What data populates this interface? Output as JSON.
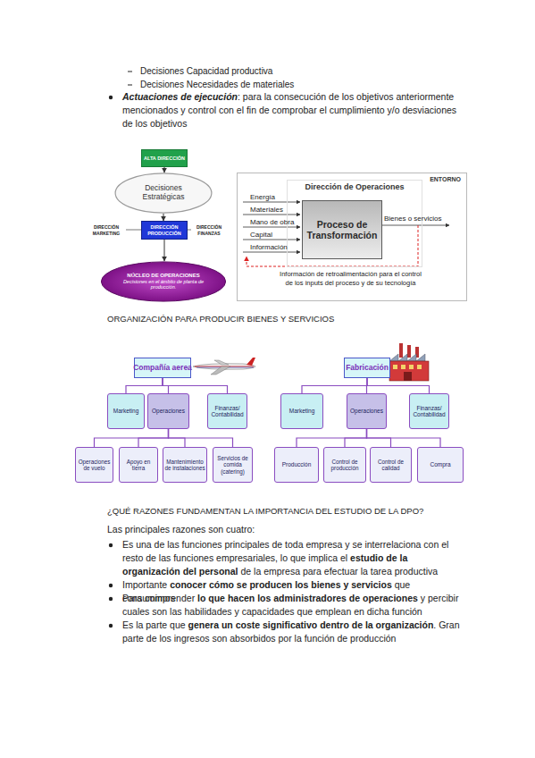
{
  "diagram": {
    "nodes": [
      {
        "text": [
          "ALTA DIRECCIÓN"
        ]
      },
      {
        "text": [
          "Decisiones Estratégicas"
        ]
      },
      {
        "text": [
          "DIRECCIÓN PRODUCCIÓN"
        ]
      },
      {
        "text": [
          "NÚCLEO DE OPERACIONES",
          "Decisiones en el ámbito de planta de producción."
        ]
      },
      {
        "text": [
          "ENTORNO"
        ]
      },
      {
        "text": [
          "Dirección de Operaciones"
        ],
        "in": 4
      },
      {
        "text": [
          "Proceso de Transformación"
        ],
        "in": 5
      },
      {
        "text": [
          "Compañía aerea"
        ]
      },
      {
        "text": [
          "Marketing"
        ]
      },
      {
        "text": [
          "Operaciones"
        ]
      },
      {
        "text": [
          "Finanzas/ Contabilidad"
        ]
      },
      {
        "text": [
          "Operaciones de vuelo"
        ]
      },
      {
        "text": [
          "Apoyo en tierra"
        ]
      },
      {
        "text": [
          "Mantenimiento de instalaciones"
        ]
      },
      {
        "text": [
          "Servicios de comida (catering)"
        ]
      },
      {
        "text": [
          "Fabricación"
        ]
      },
      {
        "text": [
          "Marketing"
        ]
      },
      {
        "text": [
          "Operaciones"
        ]
      },
      {
        "text": [
          "Finanzas/ Contabilidad"
        ]
      },
      {
        "text": [
          "Producción"
        ]
      },
      {
        "text": [
          "Control de producción"
        ]
      },
      {
        "text": [
          "Control de calidad"
        ]
      },
      {
        "text": [
          "Compra"
        ]
      }
    ],
    "edges": [
      {
        "from": 0,
        "to": 1,
        "arrow": "to"
      },
      {
        "from": 1,
        "to": 2,
        "arrow": "to"
      },
      {
        "from": 2,
        "to": 3,
        "arrow": "to"
      },
      {
        "from": 7,
        "to": 8,
        "arrow": "none"
      },
      {
        "from": 7,
        "to": 9,
        "arrow": "none"
      },
      {
        "from": 7,
        "to": 10,
        "arrow": "none"
      },
      {
        "from": 9,
        "to": 11,
        "arrow": "none"
      },
      {
        "from": 9,
        "to": 12,
        "arrow": "none"
      },
      {
        "from": 9,
        "to": 13,
        "arrow": "none"
      },
      {
        "from": 9,
        "to": 14,
        "arrow": "none"
      },
      {
        "from": 15,
        "to": 16,
        "arrow": "none"
      },
      {
        "from": 15,
        "to": 17,
        "arrow": "none"
      },
      {
        "from": 15,
        "to": 18,
        "arrow": "none"
      },
      {
        "from": 17,
        "to": 19,
        "arrow": "none"
      },
      {
        "from": 17,
        "to": 20,
        "arrow": "none"
      },
      {
        "from": 17,
        "to": 21,
        "arrow": "none"
      },
      {
        "from": 17,
        "to": 22,
        "arrow": "none"
      }
    ],
    "labels": [
      "Decisiones Capacidad productiva",
      "Decisiones Necesidades de materiales",
      "Actuaciones de ejecución",
      ": para la consecución de los objetivos anteriormente mencionados y control con el fin de comprobar el cumplimiento y/o desviaciones de los objetivos",
      "DIRECCIÓN MARKETING",
      "DIRECCIÓN FINANZAS",
      "Energía",
      "Materiales",
      "Mano de obra",
      "Capital",
      "Información",
      "Bienes o servicios",
      "Información de retroalimentación para el control de los inputs del proceso y de su tecnología",
      "ORGANIZACIÓN PARA PRODUCIR BIENES Y SERVICIOS",
      "¿QUÉ RAZONES FUNDAMENTAN LA IMPORTANCIA DEL ESTUDIO DE LA DPO?",
      "Las principales razones son cuatro:",
      "Es una de las funciones principales de toda empresa y se interrelaciona con el resto de las funciones empresariales, lo que implica el ",
      "estudio de la organización del personal",
      " de la empresa para efectuar la tarea productiva",
      "Importante ",
      "conocer cómo se producen los bienes y servicios",
      " que consumimos",
      "Para comprender ",
      "lo que hacen los administradores de operaciones",
      " y percibir cuales son las habilidades y capacidades que emplean en dicha función",
      "Es la parte que ",
      "genera un coste significativo dentro de la organización",
      ". Gran parte de los ingresos son absorbidos por la función de producción"
    ]
  }
}
